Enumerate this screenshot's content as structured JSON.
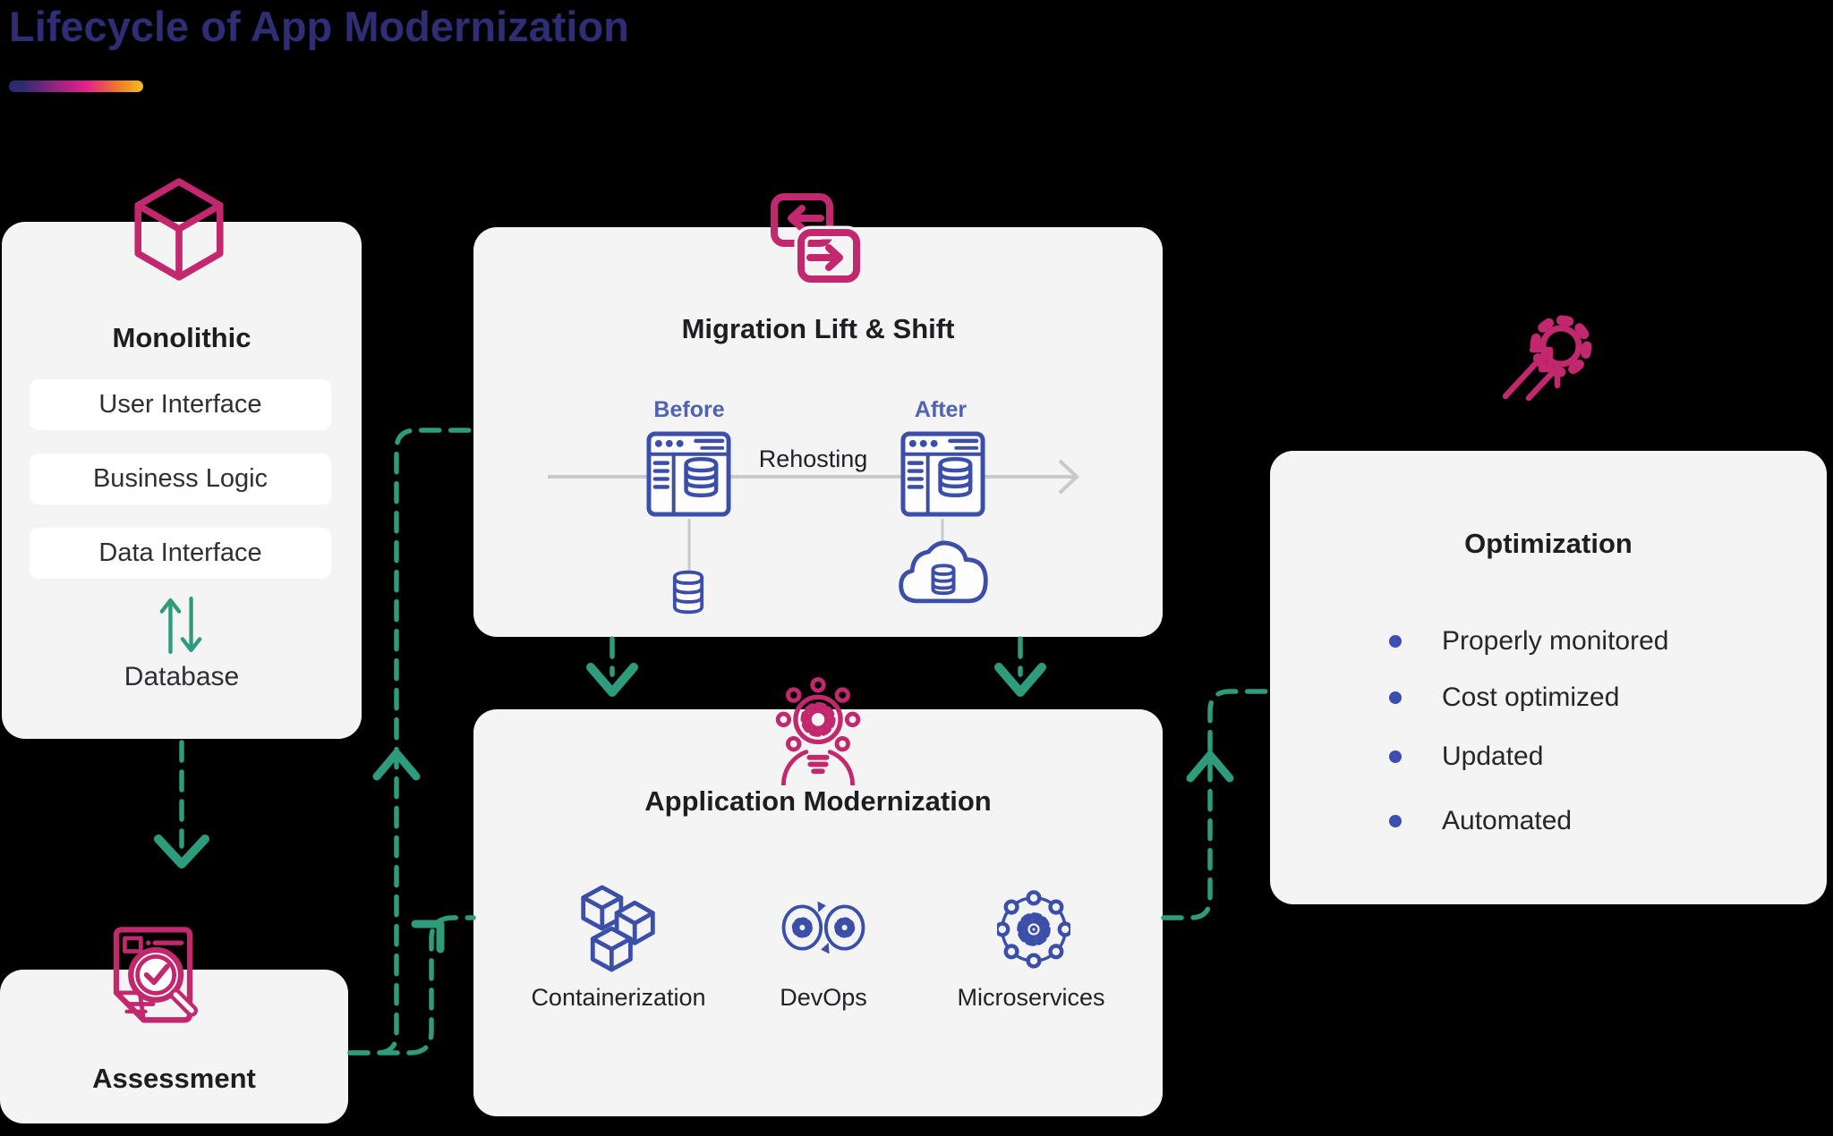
{
  "page": {
    "title": "Lifecycle of App Modernization"
  },
  "colors": {
    "background": "#000000",
    "card": "#F4F4F5",
    "pink_accent": "#C2286D",
    "blue_accent": "#3B4EA8",
    "blue_label": "#5163B0",
    "green_connector": "#2E9C7C",
    "gray_line": "#C9C9C9",
    "title_indigo": "#2F2D73",
    "bullet_blue": "#3D4FAE",
    "underline_gradient": [
      "#2E2A71",
      "#8F2580",
      "#E3218B",
      "#F6BE1C"
    ]
  },
  "nodes": {
    "monolithic": {
      "title": "Monolithic",
      "icon": "cube-icon",
      "layers": [
        "User Interface",
        "Business Logic",
        "Data Interface"
      ],
      "database_label": "Database"
    },
    "assessment": {
      "title": "Assessment",
      "icon": "report-magnifier-icon"
    },
    "migration": {
      "title": "Migration Lift & Shift",
      "icon": "transfer-arrows-icon",
      "before_label": "Before",
      "after_label": "After",
      "process_label": "Rehosting"
    },
    "modernization": {
      "title": "Application Modernization",
      "icon": "connected-bulb-gear-icon",
      "features": [
        {
          "label": "Containerization",
          "icon": "cubes-icon"
        },
        {
          "label": "DevOps",
          "icon": "devops-loop-icon"
        },
        {
          "label": "Microservices",
          "icon": "microservices-icon"
        }
      ]
    },
    "optimization": {
      "title": "Optimization",
      "icon": "gear-growth-arrows-icon",
      "bullets": [
        "Properly monitored",
        "Cost optimized",
        "Updated",
        "Automated"
      ]
    }
  }
}
